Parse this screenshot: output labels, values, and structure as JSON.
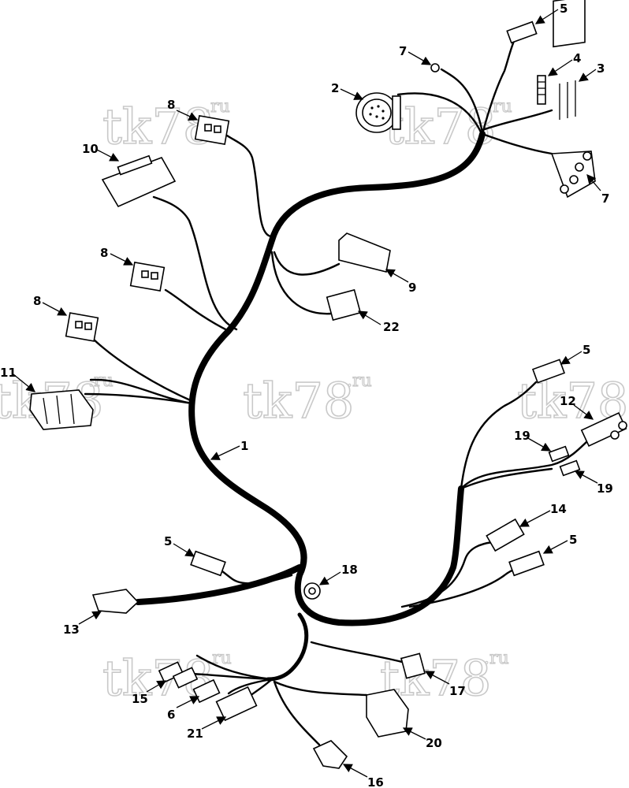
{
  "watermark": "tk78",
  "watermark_sup": ".ru",
  "callouts": [
    {
      "id": "c1",
      "label": "1"
    },
    {
      "id": "c2",
      "label": "2"
    },
    {
      "id": "c3",
      "label": "3"
    },
    {
      "id": "c4",
      "label": "4"
    },
    {
      "id": "c5a",
      "label": "5"
    },
    {
      "id": "c5b",
      "label": "5"
    },
    {
      "id": "c5c",
      "label": "5"
    },
    {
      "id": "c5d",
      "label": "5"
    },
    {
      "id": "c6",
      "label": "6"
    },
    {
      "id": "c7a",
      "label": "7"
    },
    {
      "id": "c7b",
      "label": "7"
    },
    {
      "id": "c8a",
      "label": "8"
    },
    {
      "id": "c8b",
      "label": "8"
    },
    {
      "id": "c8c",
      "label": "8"
    },
    {
      "id": "c9",
      "label": "9"
    },
    {
      "id": "c10",
      "label": "10"
    },
    {
      "id": "c11",
      "label": "11"
    },
    {
      "id": "c12",
      "label": "12"
    },
    {
      "id": "c13",
      "label": "13"
    },
    {
      "id": "c14",
      "label": "14"
    },
    {
      "id": "c15",
      "label": "15"
    },
    {
      "id": "c16",
      "label": "16"
    },
    {
      "id": "c17",
      "label": "17"
    },
    {
      "id": "c18",
      "label": "18"
    },
    {
      "id": "c19a",
      "label": "19"
    },
    {
      "id": "c19b",
      "label": "19"
    },
    {
      "id": "c20",
      "label": "20"
    },
    {
      "id": "c21",
      "label": "21"
    },
    {
      "id": "c22",
      "label": "22"
    }
  ]
}
